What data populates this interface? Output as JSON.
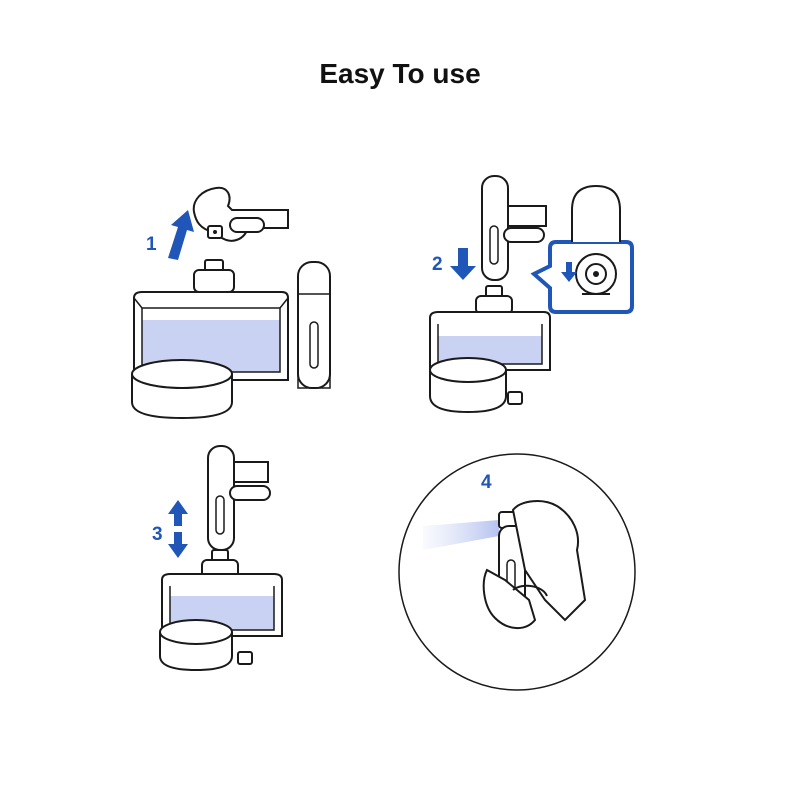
{
  "title": "Easy To use",
  "colors": {
    "accent": "#1f56b8",
    "liquid": "#c9d2f2",
    "outline": "#1a1a1a",
    "background": "#ffffff"
  },
  "steps": [
    {
      "number": "1",
      "action": "remove-cap",
      "icons": [
        "hand-icon",
        "up-arrow-icon",
        "perfume-bottle-icon",
        "atomizer-icon",
        "cap-icon"
      ]
    },
    {
      "number": "2",
      "action": "press-onto-nozzle",
      "icons": [
        "hand-icon",
        "down-arrow-icon",
        "perfume-bottle-icon",
        "zoom-callout-icon"
      ]
    },
    {
      "number": "3",
      "action": "pump-up-down",
      "icons": [
        "hand-icon",
        "up-down-arrow-icon",
        "perfume-bottle-icon"
      ]
    },
    {
      "number": "4",
      "action": "spray",
      "icons": [
        "hand-icon",
        "spray-mist-icon",
        "atomizer-icon"
      ]
    }
  ]
}
